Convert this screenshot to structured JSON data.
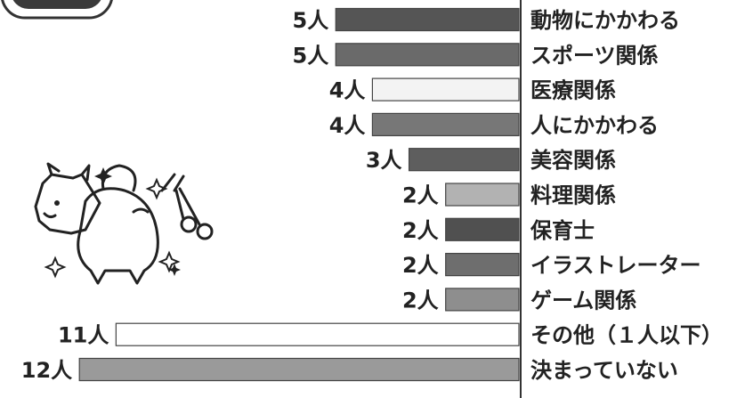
{
  "chart_data": {
    "type": "bar",
    "orientation": "horizontal",
    "categories": [
      "動物にかかわる",
      "スポーツ関係",
      "医療関係",
      "人にかかわる",
      "美容関係",
      "料理関係",
      "保育士",
      "イラストレーター",
      "ゲーム関係",
      "その他（１人以下）",
      "決まっていない"
    ],
    "values": [
      5,
      5,
      4,
      4,
      3,
      2,
      2,
      2,
      2,
      11,
      12
    ],
    "value_labels": [
      "5人",
      "5人",
      "4人",
      "4人",
      "3人",
      "2人",
      "2人",
      "2人",
      "2人",
      "11人",
      "12人"
    ],
    "bar_colors": [
      "#555555",
      "#6a6a6a",
      "#f3f3f3",
      "#777777",
      "#5e5e5e",
      "#b2b2b2",
      "#505050",
      "#6e6e6e",
      "#8e8e8e",
      "#ffffff",
      "#9a9a9a"
    ],
    "xlim": [
      0,
      12
    ],
    "grid": false,
    "legend": "none"
  }
}
